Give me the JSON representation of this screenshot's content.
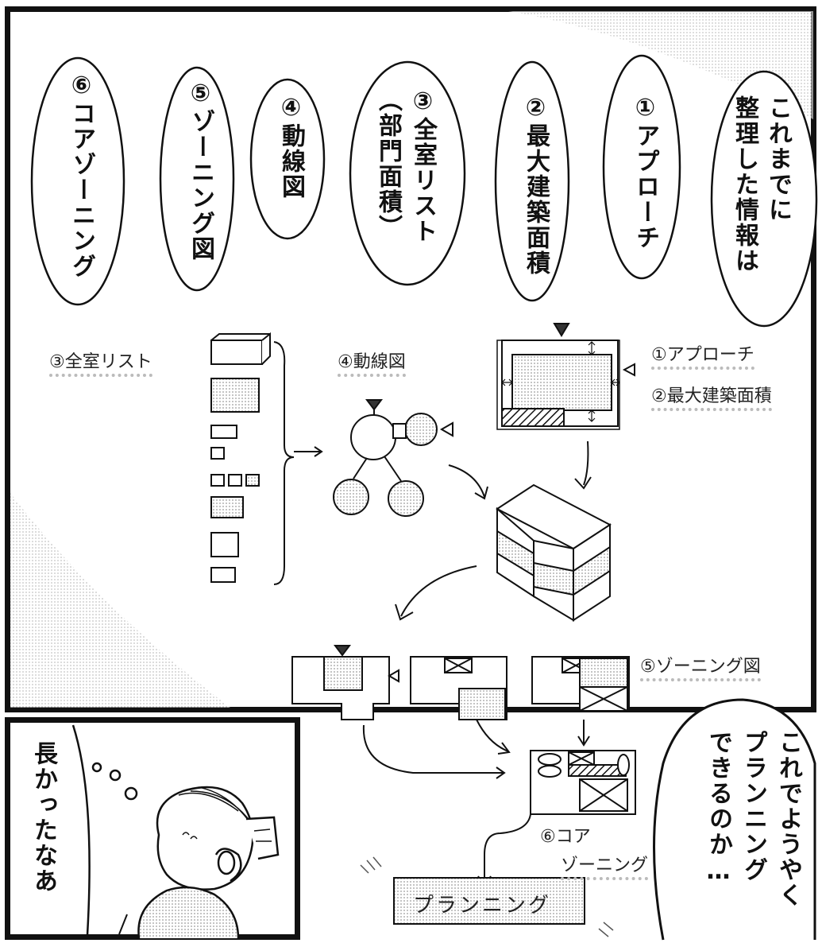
{
  "bubbles": [
    {
      "lines": [
        "これまでに",
        "整理した情報",
        "は"
      ]
    },
    {
      "lines": [
        "①アプローチ"
      ]
    },
    {
      "lines": [
        "②最大建築面積"
      ]
    },
    {
      "lines": [
        "③全室リスト",
        "（部門面積）"
      ]
    },
    {
      "lines": [
        "④動線図"
      ]
    },
    {
      "lines": [
        "⑤ゾーニング図"
      ]
    },
    {
      "lines": [
        "⑥コアゾーニング"
      ]
    }
  ],
  "labels": {
    "rooms": "③全室リスト",
    "flow": "④動線図",
    "approach": "①アプローチ",
    "max_area": "②最大建築面積",
    "zoning": "⑤ゾーニング図",
    "core_line1": "⑥コア",
    "core_line2": "ゾーニング",
    "planning": "プランニング"
  },
  "bottom_panel": {
    "thought": "長かったなあ",
    "speech_lines": [
      "これでようやく",
      "プランニング",
      "できるのか…"
    ]
  }
}
